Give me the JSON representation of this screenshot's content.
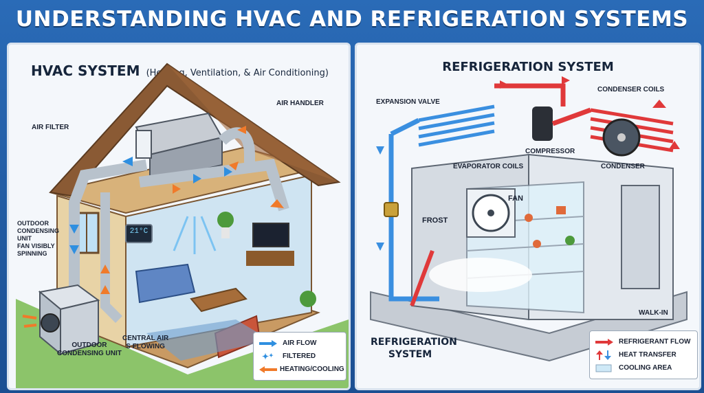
{
  "header": {
    "title": "UNDERSTANDING HVAC AND REFRIGERATION SYSTEMS"
  },
  "hvac": {
    "title": "HVAC SYSTEM",
    "subtitle": "(Heating, Ventilation, & Air Conditioning)",
    "labels": {
      "air_handler": "AIR HANDLER",
      "air_filter": "AIR FILTER",
      "outdoor_unit_fan": "OUTDOOR\nCONDENSING\nUNIT\nFAN VISIBLY\nSPINNING",
      "outdoor_unit": "OUTDOOR\nCONDENSING UNIT",
      "central_air": "CENTRAL AIR\nS FLOWING"
    },
    "thermostat": "21°C",
    "legend": [
      {
        "icon": "blue-arrow-icon",
        "label": "AIR FLOW"
      },
      {
        "icon": "sparkle-icon",
        "label": "FILTERED"
      },
      {
        "icon": "orange-arrow-icon",
        "label": "HEATING/COOLING"
      }
    ]
  },
  "refrigeration": {
    "title": "REFRIGERATION SYSTEM",
    "footer_title": "REFRIGERATION\nSYSTEM",
    "labels": {
      "expansion_valve": "EXPANSION VALVE",
      "condenser_coils": "CONDENSER COILS",
      "compressor": "COMPRESSOR",
      "evaporator_coils": "EVAPORATOR COILS",
      "condenser": "CONDENSER",
      "fan": "FAN",
      "frost": "FROST",
      "walk_in": "WALK-IN"
    },
    "legend": [
      {
        "icon": "red-arrow-icon",
        "label": "REFRIGERANT FLOW"
      },
      {
        "icon": "heat-transfer-icon",
        "label": "HEAT TRANSFER"
      },
      {
        "icon": "cooling-swatch-icon",
        "label": "COOLING AREA"
      }
    ]
  },
  "colors": {
    "banner": "#1f5fa8",
    "air_flow": "#2f8fe0",
    "heating": "#f07a2a",
    "refrigerant_hot": "#e0393a",
    "refrigerant_cold": "#3a8fe0"
  }
}
